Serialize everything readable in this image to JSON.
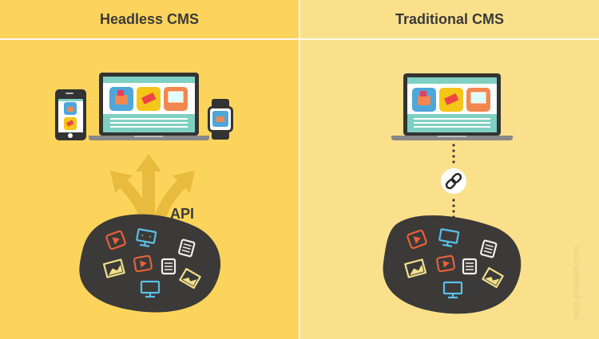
{
  "left_panel": {
    "title": "Headless CMS",
    "api_label": "API",
    "devices": [
      "phone",
      "laptop",
      "smartwatch"
    ],
    "background": "#fdd45b"
  },
  "right_panel": {
    "title": "Traditional CMS",
    "devices": [
      "laptop"
    ],
    "connector": "link-icon",
    "background": "#fbe08c"
  },
  "content_blob_icons": [
    "video-icon",
    "code-monitor-icon",
    "notepad-icon",
    "image-icon",
    "video-icon",
    "notepad-icon",
    "image-icon",
    "code-monitor-icon"
  ],
  "app_tiles": [
    "basket-icon",
    "credit-card-icon",
    "monitor-icon"
  ],
  "watermark": "tech-prastish.com",
  "colors": {
    "blob": "#3b3a38",
    "orange_icon": "#e8603a",
    "blue_icon": "#5bbfe8",
    "yellow_icon": "#f2e08a",
    "white_icon": "#f0f0f0",
    "screen_header": "#7fd0c2",
    "frame": "#333333"
  }
}
